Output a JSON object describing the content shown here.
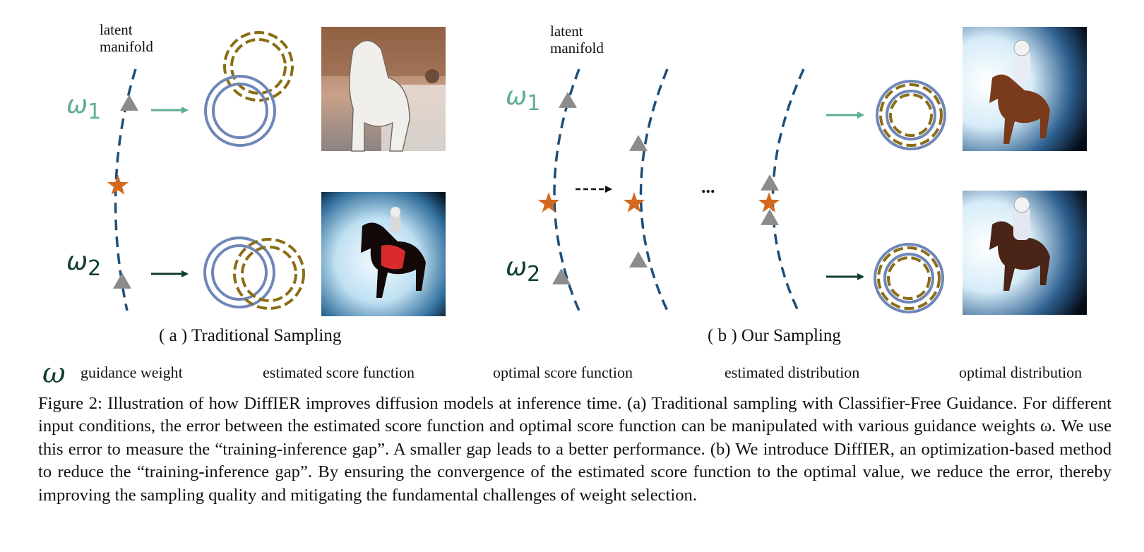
{
  "panel_a": {
    "manifold_label": "latent\nmanifold",
    "omega1": {
      "symbol": "ω",
      "sub": "1"
    },
    "omega2": {
      "symbol": "ω",
      "sub": "2"
    },
    "label": "( a )  Traditional Sampling"
  },
  "panel_b": {
    "manifold_label": "latent\nmanifold",
    "omega1": {
      "symbol": "ω",
      "sub": "1"
    },
    "omega2": {
      "symbol": "ω",
      "sub": "2"
    },
    "ellipsis": "...",
    "label": "( b )  Our Sampling"
  },
  "legend": {
    "omega_symbol": "ω",
    "guidance_weight": "guidance weight",
    "estimated_score": "estimated score function",
    "optimal_score": "optimal score function",
    "estimated_dist": "estimated distribution",
    "optimal_dist": "optimal distribution"
  },
  "caption": "Figure 2: Illustration of how DiffIER improves diffusion models at inference time. (a) Traditional sampling with Classifier-Free Guidance. For different input conditions, the error between the estimated score function and optimal score function can be manipulated with various guidance weights ω. We use this error to measure the “training-inference gap”. A smaller gap leads to a better performance. (b) We introduce DiffIER, an optimization-based method to reduce the “training-inference gap”. By ensuring the convergence of the estimated score function to the optimal value, we reduce the error, thereby improving the sampling quality and mitigating the fundamental challenges of weight selection.",
  "colors": {
    "manifold": "#1f4e79",
    "omega1": "#5fae8e",
    "omega2": "#0f3d33",
    "triangle": "#8c8c8c",
    "star": "#d2691e",
    "estimated_dist": "#8a6d14",
    "optimal_dist": "#6f86b8",
    "arrow1": "#5fae8e",
    "arrow2": "#0f3d33"
  }
}
